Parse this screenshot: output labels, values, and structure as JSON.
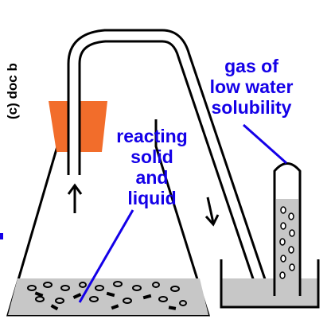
{
  "copyright": "(c) doc b",
  "labels": {
    "reactants": [
      "reacting",
      "solid",
      "and",
      "liquid"
    ],
    "gas": [
      "gas of",
      "low water",
      "solubility"
    ]
  },
  "colors": {
    "label": "#1400e8",
    "bung": "#f26d2b",
    "liquid": "#c7c7c7",
    "line": "#000000"
  }
}
